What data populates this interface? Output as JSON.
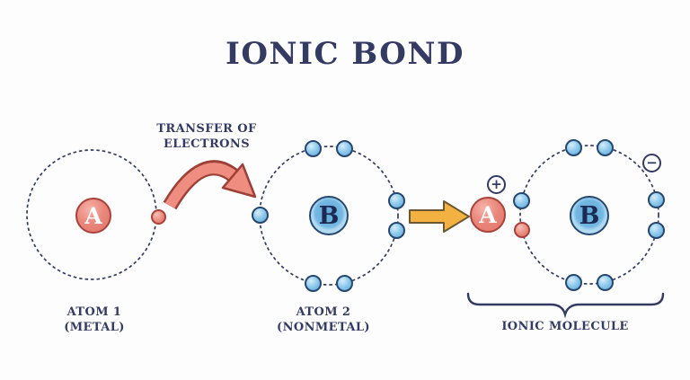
{
  "palette": {
    "navy_ink": "#343b63",
    "salmon_fill": "#ea867b",
    "salmon_border": "#a8423a",
    "blue_fill": "#7cc1e8",
    "blue_border": "#26476f",
    "arrow_salmon": "#ee8d80",
    "arrow_salmon_border": "#9c4038",
    "arrow_yellow": "#f2b140",
    "arrow_yellow_border": "#6b5833",
    "bg": "#fdfdfd"
  },
  "title": "IONIC BOND",
  "labels": {
    "transfer_line1": "TRANSFER OF",
    "transfer_line2": "ELECTRONS",
    "atom1_line1": "ATOM 1",
    "atom1_line2": "(METAL)",
    "atom2_line1": "ATOM 2",
    "atom2_line2": "(NONMETAL)",
    "molecule": "IONIC MOLECULE"
  },
  "atoms": {
    "atom1_symbol": "A",
    "atom2_symbol": "B"
  },
  "molecule": {
    "cation_symbol": "A",
    "anion_symbol": "B",
    "plus_badge": "+",
    "minus_badge": "−"
  }
}
